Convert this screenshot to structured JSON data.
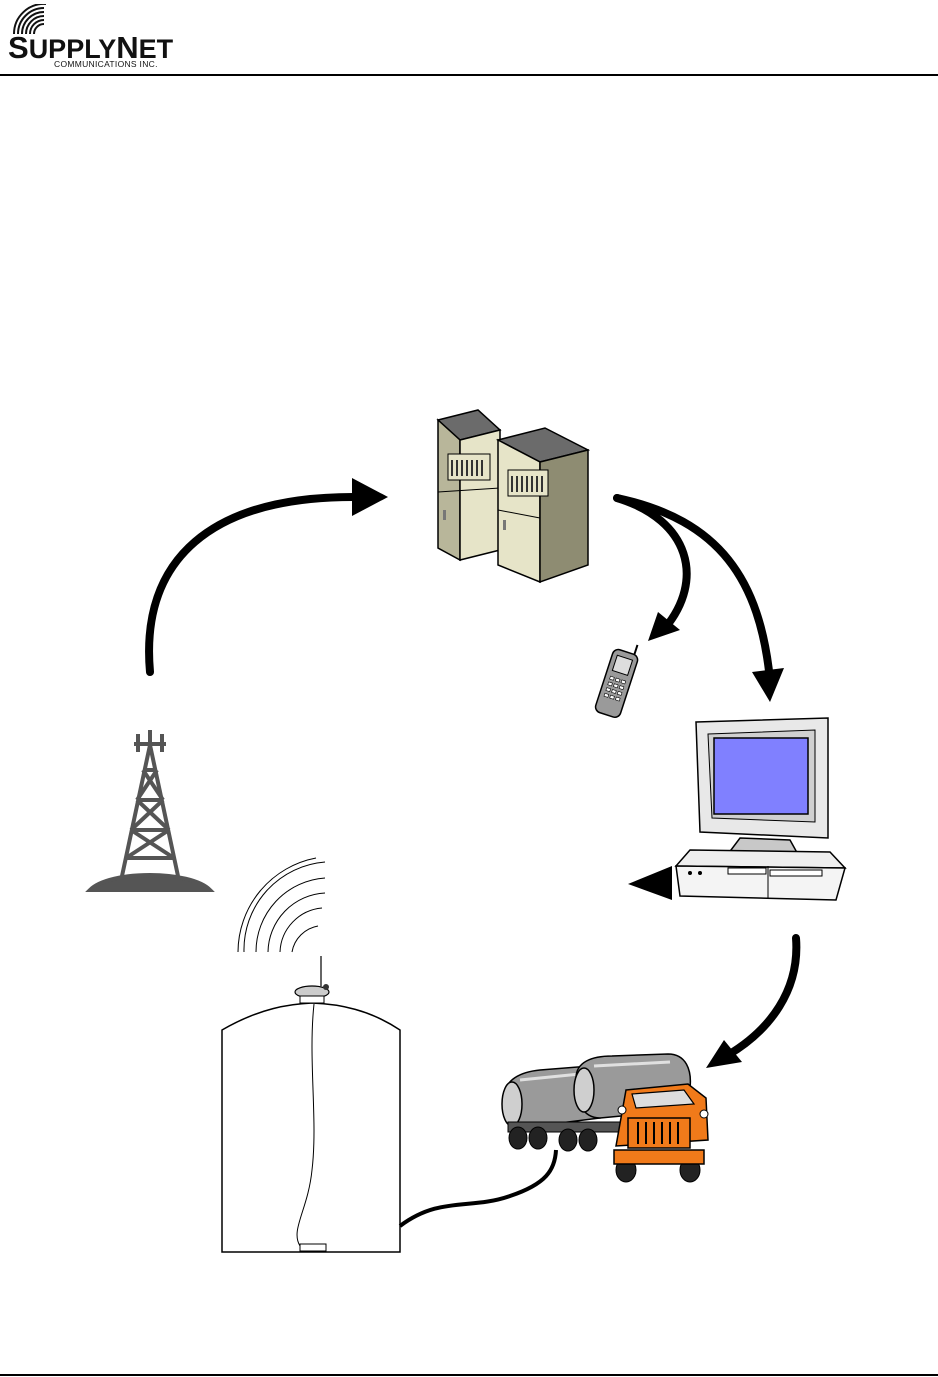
{
  "header": {
    "logo_name_part1": "S",
    "logo_name_part2": "UPPLY",
    "logo_name_part3": "N",
    "logo_name_part4": "ET",
    "logo_subtitle": "COMMUNICATIONS  INC."
  },
  "icons": {
    "servers": "server-cabinets-icon",
    "phone": "mobile-phone-icon",
    "computer": "desktop-computer-icon",
    "tower": "radio-tower-icon",
    "tank": "storage-tank-icon",
    "truck": "tanker-truck-icon"
  },
  "colors": {
    "line": "#000000",
    "server_body": "#e6e4c8",
    "server_top": "#6b6b6b",
    "monitor_screen": "#8080ff",
    "tower": "#555555",
    "truck_cab": "#f07a1a",
    "tanker": "#9a9a9a"
  }
}
